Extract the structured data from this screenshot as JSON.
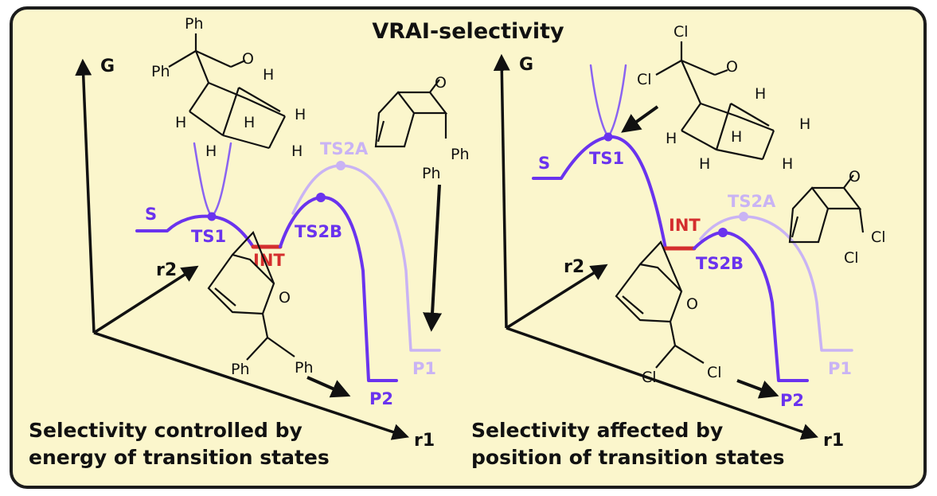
{
  "title": "VRAI-selectivity",
  "colors": {
    "background": "#fbf6cc",
    "border": "#1c1c1c",
    "path": "#6a33ee",
    "path_faded": "#c9b3f4",
    "intermediate": "#d42e2e"
  },
  "left_panel": {
    "axes": {
      "g": "G",
      "r1": "r1",
      "r2": "r2"
    },
    "points": {
      "s": "S",
      "ts1": "TS1",
      "int": "INT",
      "ts2a": "TS2A",
      "ts2b": "TS2B",
      "p1": "P1",
      "p2": "P2"
    },
    "caption": [
      "Selectivity controlled by",
      "energy of transition states"
    ],
    "substituent_labels": {
      "ketene": [
        "Ph",
        "Ph"
      ],
      "cyclobutanone": [
        "Ph",
        "Ph"
      ],
      "oxabicycle": [
        "Ph",
        "Ph"
      ]
    }
  },
  "right_panel": {
    "axes": {
      "g": "G",
      "r1": "r1",
      "r2": "r2"
    },
    "points": {
      "s": "S",
      "ts1": "TS1",
      "int": "INT",
      "ts2a": "TS2A",
      "ts2b": "TS2B",
      "p1": "P1",
      "p2": "P2"
    },
    "caption": [
      "Selectivity affected by",
      "position of transition states"
    ],
    "substituent_labels": {
      "ketene": [
        "Cl",
        "Cl"
      ],
      "cyclobutanone": [
        "Cl",
        "Cl"
      ],
      "oxabicycle": [
        "Cl",
        "Cl"
      ]
    }
  },
  "atoms": {
    "oxygen": "O",
    "hydrogen": "H"
  }
}
